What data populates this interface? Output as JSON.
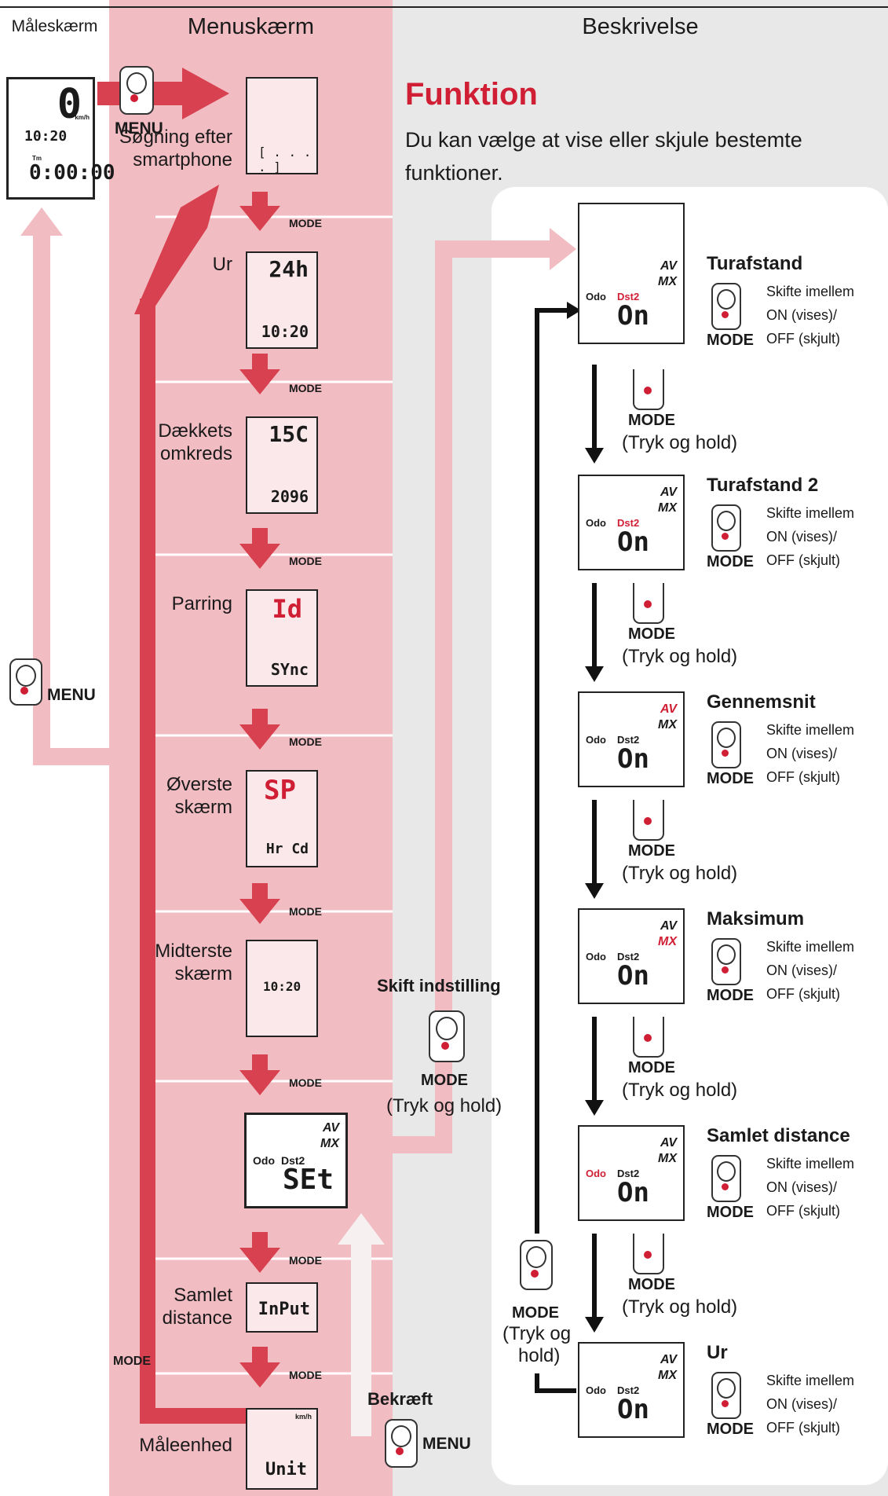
{
  "headers": {
    "measurement": "Måleskærm",
    "menu": "Menuskærm",
    "description": "Beskrivelse"
  },
  "colors": {
    "menu_column": "#f2bcc3",
    "description_column": "#e8e8e8",
    "arrow_red": "#d8414f",
    "arrow_pink": "#f2bcc3",
    "highlight_red": "#d01e34"
  },
  "measurement_screen": {
    "speed": "0",
    "speed_unit": "km/h",
    "clock": "10:20",
    "tm_label": "Tm",
    "time": "0:00:00"
  },
  "menu_button_labels": {
    "menu": "MENU",
    "mode": "MODE"
  },
  "menu_items": [
    {
      "label": "Søgning efter smartphone",
      "lcd_top": "",
      "lcd_bottom": "[ . . . . ]"
    },
    {
      "label": "Ur",
      "lcd_top": "24h",
      "lcd_bottom": "10:20"
    },
    {
      "label": "Dækkets omkreds",
      "lcd_top": "15C",
      "lcd_bottom": "2096"
    },
    {
      "label": "Parring",
      "lcd_top": "Id",
      "lcd_bottom": "SYnc"
    },
    {
      "label": "Øverste skærm",
      "lcd_top": "SP",
      "lcd_bottom": "Hr Cd"
    },
    {
      "label": "Midterste skærm",
      "lcd_top": "",
      "lcd_bottom": "10:20"
    },
    {
      "label": "",
      "lcd_top": "",
      "lcd_bottom": "SEt"
    },
    {
      "label": "Samlet distance",
      "lcd_top": "",
      "lcd_bottom": "InPut"
    },
    {
      "label": "Måleenhed",
      "lcd_top": "km/h",
      "lcd_bottom": "Unit"
    }
  ],
  "menu_left_button": "MENU",
  "switch_setting": {
    "title": "Skift indstilling",
    "mode": "MODE",
    "hold": "(Tryk og hold)"
  },
  "confirm": {
    "title": "Bekræft",
    "button": "MENU"
  },
  "bottom_mode_label": "MODE",
  "description": {
    "title": "Funktion",
    "text": "Du kan vælge at vise eller skjule bestemte funktioner.",
    "lcd_labels": {
      "odo": "Odo",
      "dst2": "Dst2",
      "av": "AV",
      "mx": "MX",
      "on": "On"
    },
    "items": [
      {
        "title": "Turafstand",
        "lines": [
          "Skifte imellem",
          "ON (vises)/",
          "OFF (skjult)"
        ],
        "mode": "MODE"
      },
      {
        "title": "Turafstand 2",
        "lines": [
          "Skifte imellem",
          "ON (vises)/",
          "OFF (skjult)"
        ],
        "mode": "MODE"
      },
      {
        "title": "Gennemsnit",
        "lines": [
          "Skifte imellem",
          "ON (vises)/",
          "OFF (skjult)"
        ],
        "mode": "MODE"
      },
      {
        "title": "Maksimum",
        "lines": [
          "Skifte imellem",
          "ON (vises)/",
          "OFF (skjult)"
        ],
        "mode": "MODE"
      },
      {
        "title": "Samlet distance",
        "lines": [
          "Skifte imellem",
          "ON (vises)/",
          "OFF (skjult)"
        ],
        "mode": "MODE"
      },
      {
        "title": "Ur",
        "lines": [
          "Skifte imellem",
          "ON (vises)/",
          "OFF (skjult)"
        ],
        "mode": "MODE"
      }
    ],
    "step_mode": "MODE",
    "step_hold": "(Tryk og hold)",
    "loop_mode": "MODE",
    "loop_hold_1": "(Tryk og",
    "loop_hold_2": "hold)"
  }
}
